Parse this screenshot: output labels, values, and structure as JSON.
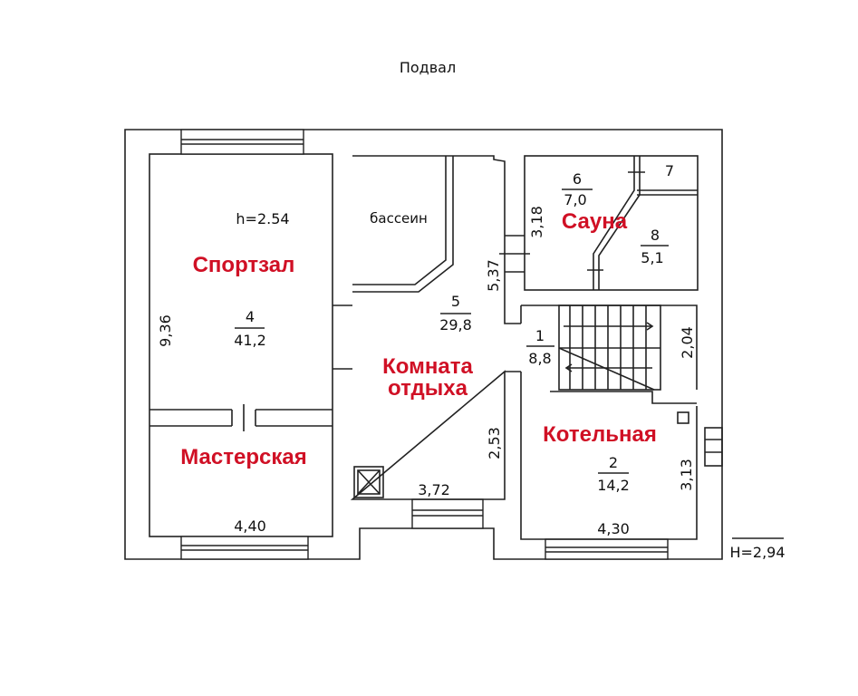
{
  "title": "Подвал",
  "total_height": "H=2,94",
  "rooms": {
    "gym": {
      "name": "Спортзал",
      "number": "4",
      "area": "41,2",
      "height": "h=2.54"
    },
    "workshop": {
      "name": "Мастерская"
    },
    "pool": {
      "name": "бассеин"
    },
    "rest": {
      "name_line1": "Комната",
      "name_line2": "отдыха",
      "number": "5",
      "area": "29,8"
    },
    "sauna": {
      "name": "Сауна",
      "number": "6",
      "area": "7,0"
    },
    "sauna_small": {
      "number": "7"
    },
    "sauna_8": {
      "number": "8",
      "area": "5,1"
    },
    "stairs": {
      "number": "1",
      "area": "8,8"
    },
    "boiler": {
      "name": "Котельная",
      "number": "2",
      "area": "14,2"
    }
  },
  "dimensions": {
    "gym_length": "9,36",
    "gym_width": "4,40",
    "rest_length": "5,37",
    "rest_lower": "2,53",
    "rest_width": "3,72",
    "sauna_length": "3,18",
    "stairs_length": "2,04",
    "boiler_length": "3,13",
    "boiler_width": "4,30"
  }
}
